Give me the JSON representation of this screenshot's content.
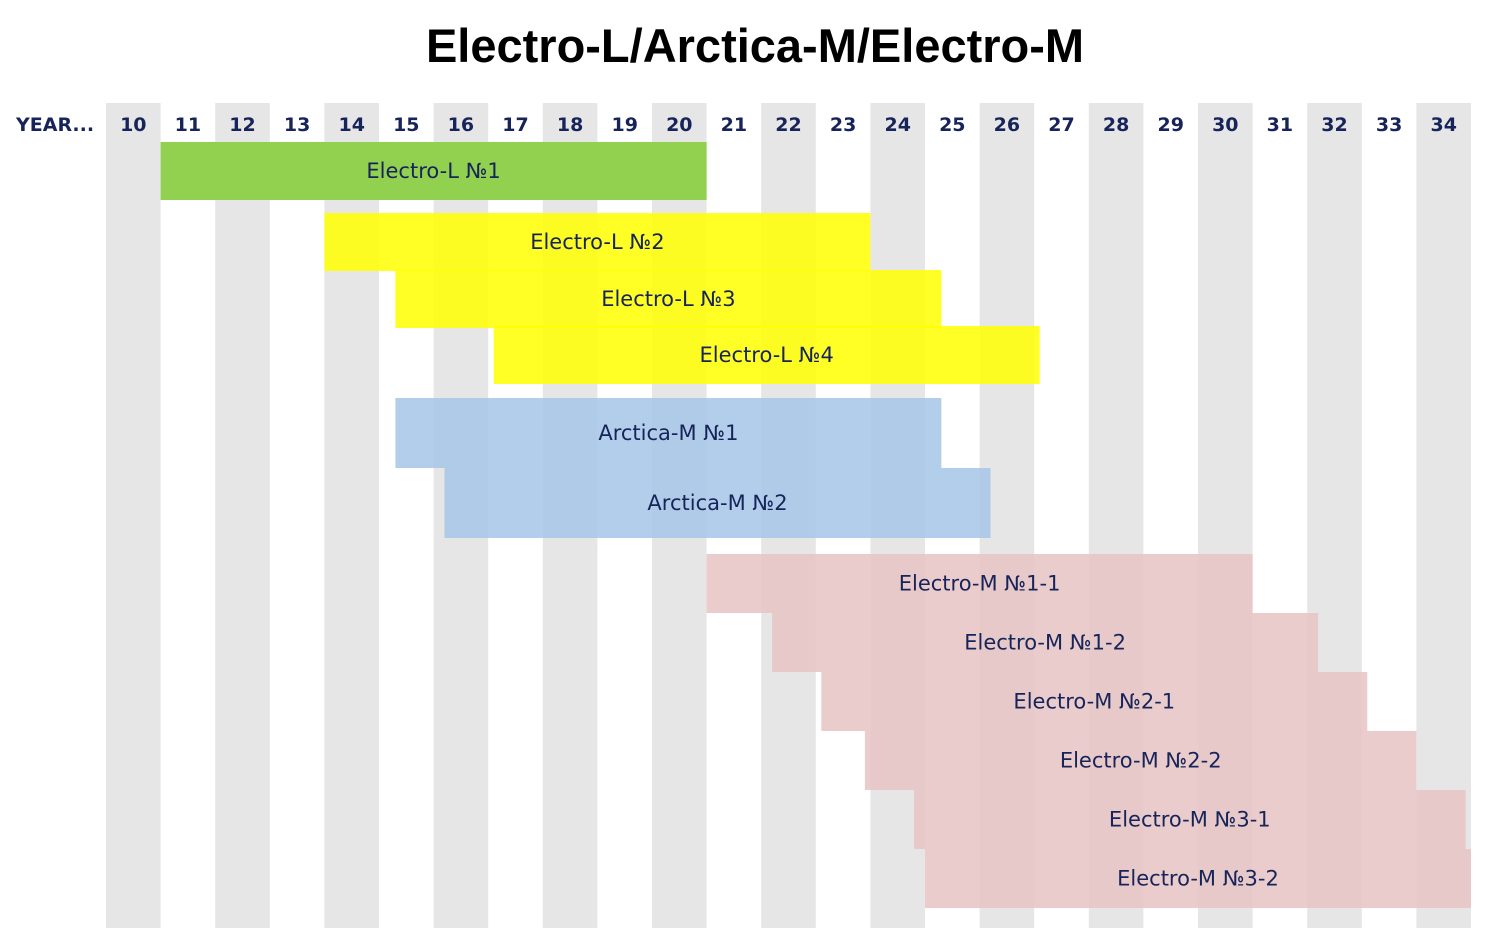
{
  "chart_data": {
    "type": "gantt",
    "title": "Electro-L/Arctica-M/Electro-M",
    "axis_header": "YEAR...",
    "years": [
      "10",
      "11",
      "12",
      "13",
      "14",
      "15",
      "16",
      "17",
      "18",
      "19",
      "20",
      "21",
      "22",
      "23",
      "24",
      "25",
      "26",
      "27",
      "28",
      "29",
      "30",
      "31",
      "32",
      "33",
      "34"
    ],
    "tasks": [
      {
        "name": "Electro-L №1",
        "start": 11.0,
        "end": 21.0,
        "color": "#92d050"
      },
      {
        "name": "Electro-L №2",
        "start": 14.0,
        "end": 24.0,
        "color": "#ffff00"
      },
      {
        "name": "Electro-L №3",
        "start": 15.3,
        "end": 25.3,
        "color": "#ffff00"
      },
      {
        "name": "Electro-L №4",
        "start": 17.1,
        "end": 27.1,
        "color": "#ffff00"
      },
      {
        "name": "Arctica-M №1",
        "start": 15.3,
        "end": 25.3,
        "color": "#a6c5e8"
      },
      {
        "name": "Arctica-M №2",
        "start": 16.2,
        "end": 26.2,
        "color": "#a6c5e8"
      },
      {
        "name": "Electro-M №1-1",
        "start": 21.0,
        "end": 31.0,
        "color": "#e8c3c3"
      },
      {
        "name": "Electro-M №1-2",
        "start": 22.2,
        "end": 32.2,
        "color": "#e8c3c3"
      },
      {
        "name": "Electro-M №2-1",
        "start": 23.1,
        "end": 33.1,
        "color": "#e8c3c3"
      },
      {
        "name": "Electro-M №2-2",
        "start": 23.9,
        "end": 34.0,
        "color": "#e8c3c3"
      },
      {
        "name": "Electro-M №3-1",
        "start": 24.8,
        "end": 34.9,
        "color": "#e8c3c3"
      },
      {
        "name": "Electro-M №3-2",
        "start": 25.0,
        "end": 35.0,
        "color": "#e8c3c3"
      }
    ]
  }
}
